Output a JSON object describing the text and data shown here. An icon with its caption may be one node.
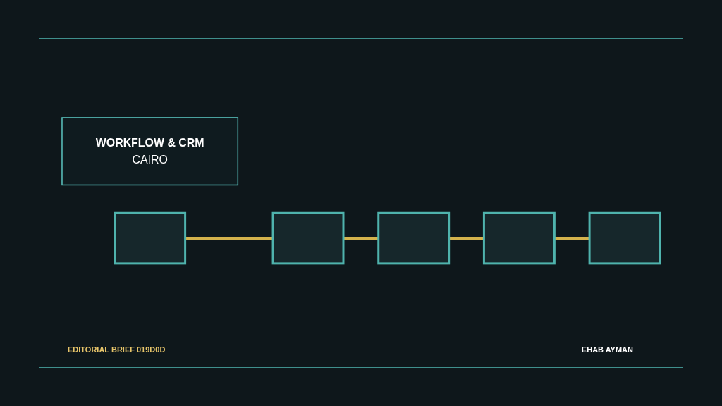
{
  "diagram": {
    "nodes": [
      {
        "text": [
          "WORKFLOW & CRM",
          "CAIRO"
        ]
      },
      {
        "text": [],
        "shape": "box"
      },
      {
        "text": [],
        "shape": "box"
      },
      {
        "text": [],
        "shape": "box"
      },
      {
        "text": [],
        "shape": "box"
      },
      {
        "text": [],
        "shape": "box"
      }
    ],
    "edges": [
      {
        "from": 1,
        "to": 2,
        "arrow": "none"
      },
      {
        "from": 2,
        "to": 3,
        "arrow": "none"
      },
      {
        "from": 3,
        "to": 4,
        "arrow": "none"
      },
      {
        "from": 4,
        "to": 5,
        "arrow": "none"
      }
    ],
    "labels": [
      "EDITORIAL BRIEF 019D0D",
      "EHAB AYMAN"
    ]
  }
}
